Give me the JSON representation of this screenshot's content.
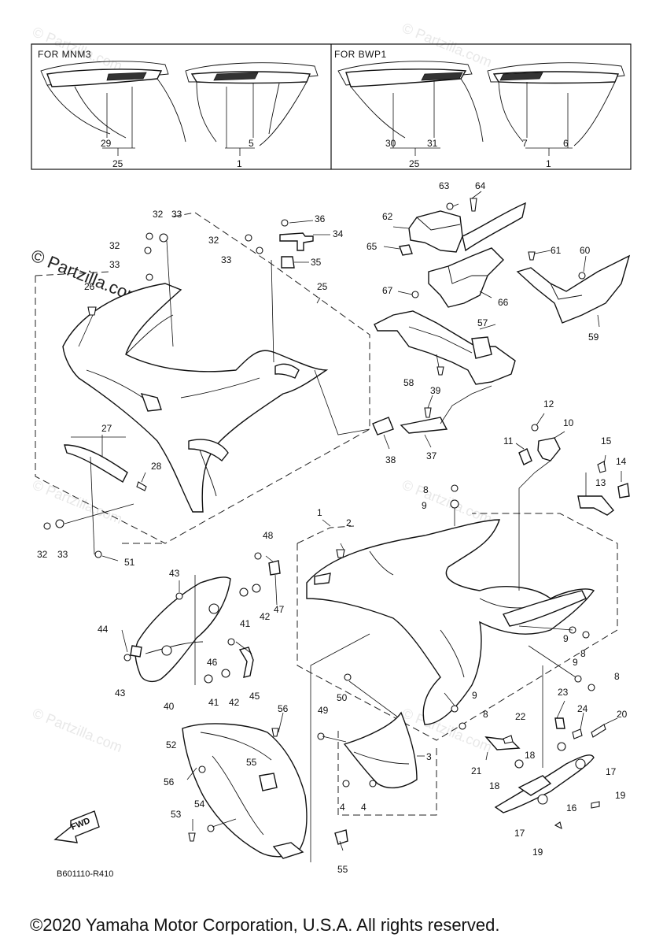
{
  "insets": {
    "left_title": "FOR MNM3",
    "right_title": "FOR BWP1"
  },
  "callouts": [
    {
      "id": "c29",
      "text": "29"
    },
    {
      "id": "c25a",
      "text": "25"
    },
    {
      "id": "c5",
      "text": "5"
    },
    {
      "id": "c1a",
      "text": "1"
    },
    {
      "id": "c30",
      "text": "30"
    },
    {
      "id": "c31",
      "text": "31"
    },
    {
      "id": "c25b",
      "text": "25"
    },
    {
      "id": "c7",
      "text": "7"
    },
    {
      "id": "c6",
      "text": "6"
    },
    {
      "id": "c1b",
      "text": "1"
    }
  ],
  "parts": [
    "32",
    "33",
    "32",
    "33",
    "26",
    "27",
    "28",
    "25",
    "32",
    "33",
    "51",
    "36",
    "34",
    "32",
    "33",
    "35",
    "63",
    "64",
    "62",
    "65",
    "67",
    "66",
    "61",
    "60",
    "59",
    "57",
    "58",
    "39",
    "38",
    "37",
    "12",
    "10",
    "11",
    "15",
    "14",
    "13",
    "8",
    "9",
    "1",
    "2",
    "48",
    "47",
    "43",
    "42",
    "41",
    "44",
    "46",
    "45",
    "43",
    "41",
    "42",
    "40",
    "56",
    "52",
    "55",
    "56",
    "53",
    "54",
    "55",
    "50",
    "49",
    "3",
    "4",
    "4",
    "22",
    "23",
    "24",
    "20",
    "9",
    "8",
    "9",
    "8",
    "9",
    "8",
    "21",
    "18",
    "18",
    "17",
    "16",
    "19",
    "17",
    "19"
  ],
  "footer": {
    "diagram_code": "B601110-R410",
    "fwd": "FWD",
    "copyright": "©2020 Yamaha Motor Corporation, U.S.A. All rights reserved.",
    "watermark": "© Partzilla.com"
  }
}
